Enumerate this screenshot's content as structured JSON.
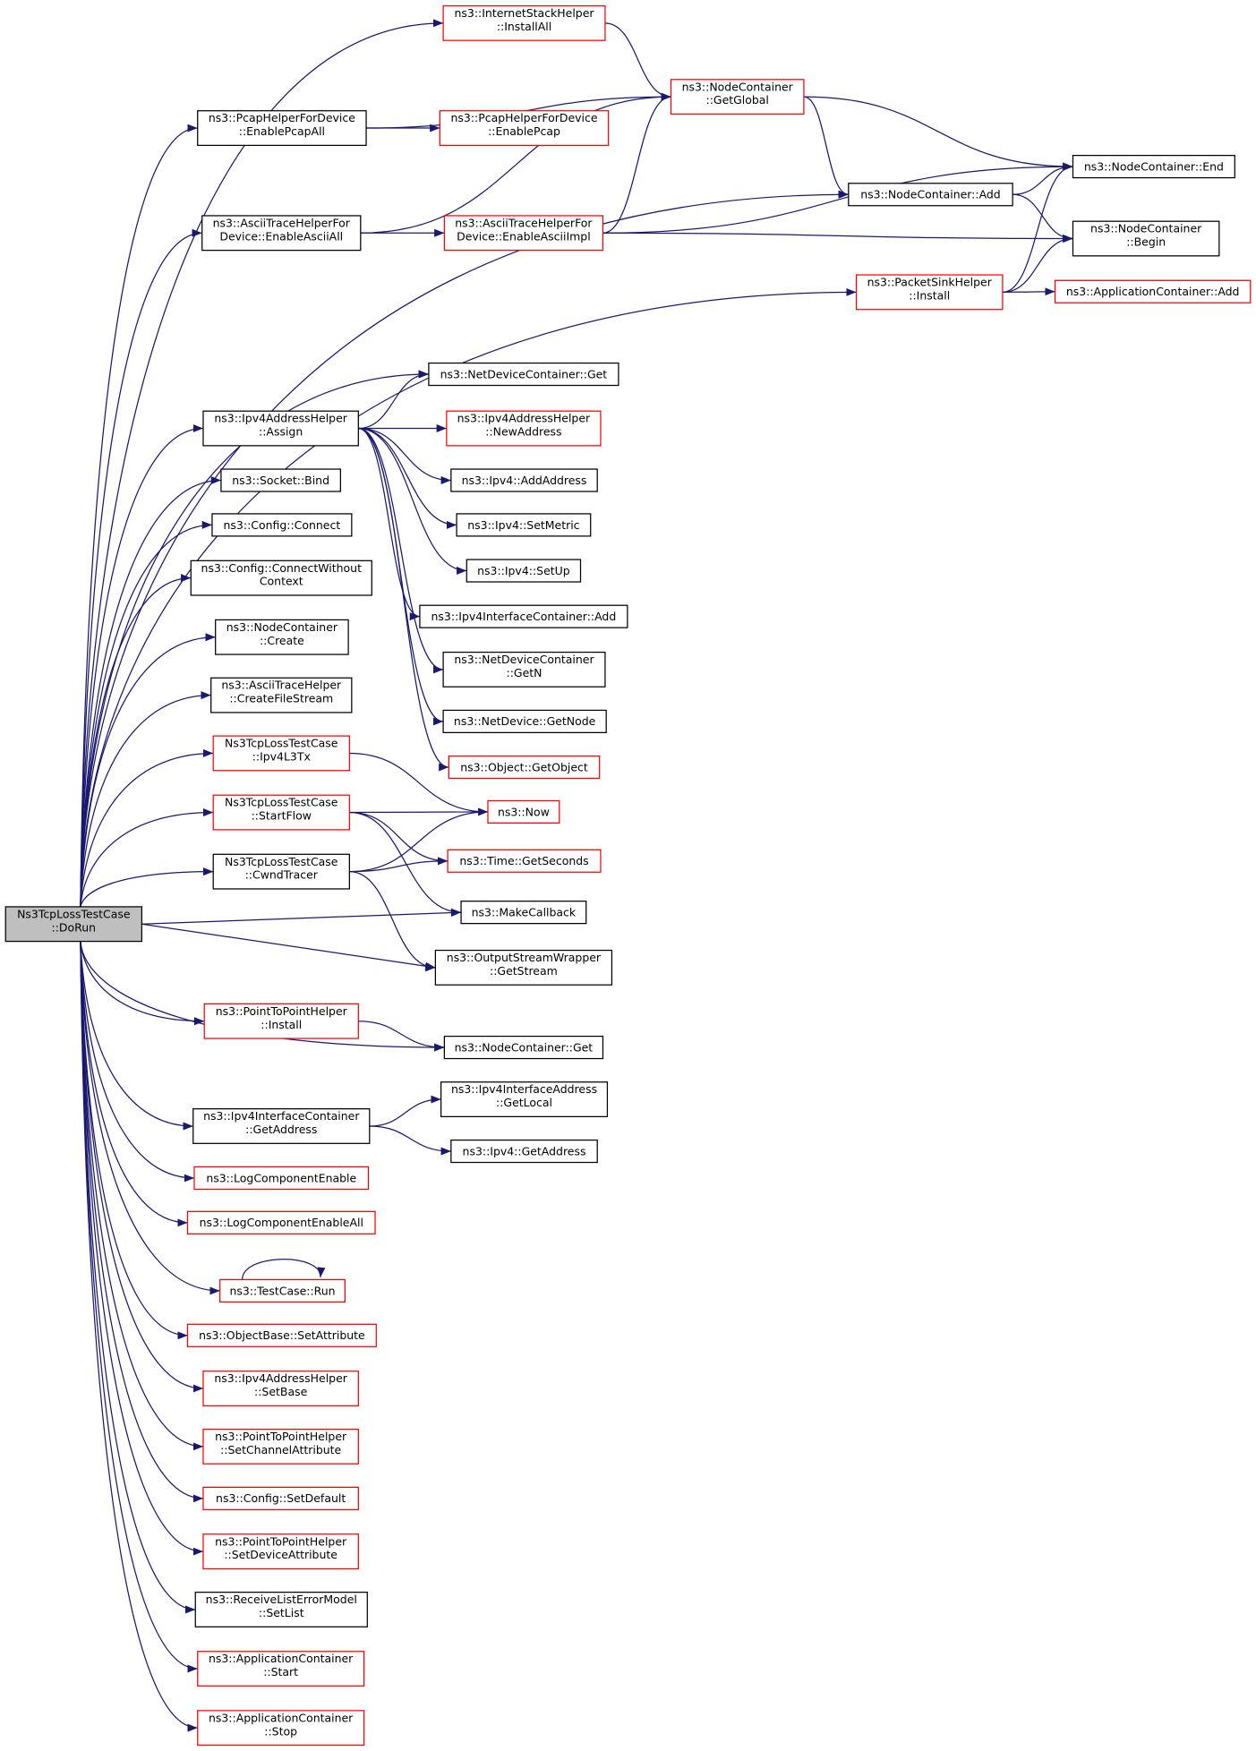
{
  "title": "Ns3TcpLossTestCase::DoRun call graph",
  "colors": {
    "edge": "#191970",
    "undocumented_border": "#ff0000",
    "documented_border": "#000000",
    "root_fill": "#bfbfbf"
  },
  "nodes": [
    {
      "lines": [
        "Ns3TcpLossTestCase",
        "::DoRun"
      ],
      "kind": "root"
    },
    {
      "lines": [
        "ns3::InternetStackHelper",
        "::InstallAll"
      ],
      "kind": "red"
    },
    {
      "lines": [
        "ns3::NodeContainer",
        "::GetGlobal"
      ],
      "kind": "red"
    },
    {
      "lines": [
        "ns3::PcapHelperForDevice",
        "::EnablePcapAll"
      ],
      "kind": "black"
    },
    {
      "lines": [
        "ns3::PcapHelperForDevice",
        "::EnablePcap"
      ],
      "kind": "red"
    },
    {
      "lines": [
        "ns3::NodeContainer::End"
      ],
      "kind": "black"
    },
    {
      "lines": [
        "ns3::NodeContainer::Add"
      ],
      "kind": "black"
    },
    {
      "lines": [
        "ns3::AsciiTraceHelperFor",
        "Device::EnableAsciiAll"
      ],
      "kind": "black"
    },
    {
      "lines": [
        "ns3::AsciiTraceHelperFor",
        "Device::EnableAsciiImpl"
      ],
      "kind": "red"
    },
    {
      "lines": [
        "ns3::NodeContainer",
        "::Begin"
      ],
      "kind": "black"
    },
    {
      "lines": [
        "ns3::PacketSinkHelper",
        "::Install"
      ],
      "kind": "red"
    },
    {
      "lines": [
        "ns3::ApplicationContainer::Add"
      ],
      "kind": "red"
    },
    {
      "lines": [
        "ns3::NetDeviceContainer::Get"
      ],
      "kind": "black"
    },
    {
      "lines": [
        "ns3::Ipv4AddressHelper",
        "::Assign"
      ],
      "kind": "black"
    },
    {
      "lines": [
        "ns3::Ipv4AddressHelper",
        "::NewAddress"
      ],
      "kind": "red"
    },
    {
      "lines": [
        "ns3::Socket::Bind"
      ],
      "kind": "black"
    },
    {
      "lines": [
        "ns3::Ipv4::AddAddress"
      ],
      "kind": "black"
    },
    {
      "lines": [
        "ns3::Config::Connect"
      ],
      "kind": "black"
    },
    {
      "lines": [
        "ns3::Ipv4::SetMetric"
      ],
      "kind": "black"
    },
    {
      "lines": [
        "ns3::Config::ConnectWithout",
        "Context"
      ],
      "kind": "black"
    },
    {
      "lines": [
        "ns3::Ipv4::SetUp"
      ],
      "kind": "black"
    },
    {
      "lines": [
        "ns3::Ipv4InterfaceContainer::Add"
      ],
      "kind": "black"
    },
    {
      "lines": [
        "ns3::NodeContainer",
        "::Create"
      ],
      "kind": "black"
    },
    {
      "lines": [
        "ns3::NetDeviceContainer",
        "::GetN"
      ],
      "kind": "black"
    },
    {
      "lines": [
        "ns3::AsciiTraceHelper",
        "::CreateFileStream"
      ],
      "kind": "black"
    },
    {
      "lines": [
        "ns3::NetDevice::GetNode"
      ],
      "kind": "black"
    },
    {
      "lines": [
        "Ns3TcpLossTestCase",
        "::Ipv4L3Tx"
      ],
      "kind": "red"
    },
    {
      "lines": [
        "ns3::Object::GetObject"
      ],
      "kind": "red"
    },
    {
      "lines": [
        "Ns3TcpLossTestCase",
        "::StartFlow"
      ],
      "kind": "red"
    },
    {
      "lines": [
        "ns3::Now"
      ],
      "kind": "red"
    },
    {
      "lines": [
        "Ns3TcpLossTestCase",
        "::CwndTracer"
      ],
      "kind": "black"
    },
    {
      "lines": [
        "ns3::Time::GetSeconds"
      ],
      "kind": "red"
    },
    {
      "lines": [
        "ns3::MakeCallback"
      ],
      "kind": "black"
    },
    {
      "lines": [
        "ns3::OutputStreamWrapper",
        "::GetStream"
      ],
      "kind": "black"
    },
    {
      "lines": [
        "ns3::PointToPointHelper",
        "::Install"
      ],
      "kind": "red"
    },
    {
      "lines": [
        "ns3::NodeContainer::Get"
      ],
      "kind": "black"
    },
    {
      "lines": [
        "ns3::Ipv4InterfaceAddress",
        "::GetLocal"
      ],
      "kind": "black"
    },
    {
      "lines": [
        "ns3::Ipv4InterfaceContainer",
        "::GetAddress"
      ],
      "kind": "black"
    },
    {
      "lines": [
        "ns3::Ipv4::GetAddress"
      ],
      "kind": "black"
    },
    {
      "lines": [
        "ns3::LogComponentEnable"
      ],
      "kind": "red"
    },
    {
      "lines": [
        "ns3::LogComponentEnableAll"
      ],
      "kind": "red"
    },
    {
      "lines": [
        "ns3::TestCase::Run"
      ],
      "kind": "red"
    },
    {
      "lines": [
        "ns3::ObjectBase::SetAttribute"
      ],
      "kind": "red"
    },
    {
      "lines": [
        "ns3::Ipv4AddressHelper",
        "::SetBase"
      ],
      "kind": "red"
    },
    {
      "lines": [
        "ns3::PointToPointHelper",
        "::SetChannelAttribute"
      ],
      "kind": "red"
    },
    {
      "lines": [
        "ns3::Config::SetDefault"
      ],
      "kind": "red"
    },
    {
      "lines": [
        "ns3::PointToPointHelper",
        "::SetDeviceAttribute"
      ],
      "kind": "red"
    },
    {
      "lines": [
        "ns3::ReceiveListErrorModel",
        "::SetList"
      ],
      "kind": "black"
    },
    {
      "lines": [
        "ns3::ApplicationContainer",
        "::Start"
      ],
      "kind": "red"
    },
    {
      "lines": [
        "ns3::ApplicationContainer",
        "::Stop"
      ],
      "kind": "red"
    }
  ]
}
